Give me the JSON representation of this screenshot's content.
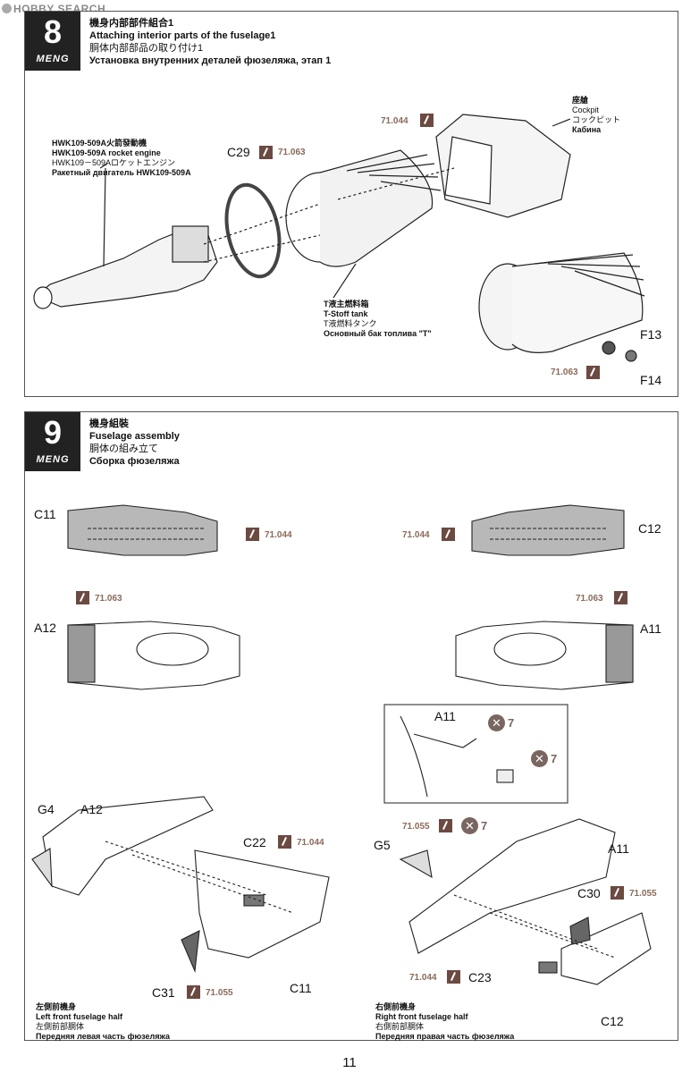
{
  "watermark": "HOBBY SEARCH",
  "brand": "MENG",
  "step8": {
    "number": "8",
    "title_zh": "機身内部部件組合1",
    "title_en": "Attaching interior parts of the fuselage1",
    "title_ja": "胴体内部部品の取り付け1",
    "title_ru": "Установка внутренних деталей фюзеляжа, этап 1",
    "engine": {
      "zh": "HWK109-509A火箭發動機",
      "en": "HWK109-509A rocket engine",
      "ja": "HWK109－509Aロケットエンジン",
      "ru": "Ракетный двигатель HWK109-509A"
    },
    "cockpit": {
      "zh": "座艙",
      "en": "Cockpit",
      "ja": "コックピット",
      "ru": "Кабина"
    },
    "tank": {
      "zh": "T液主燃料箱",
      "en": "T-Stoff tank",
      "ja": "T液燃料タンク",
      "ru": "Основный бак топлива \"T\""
    },
    "part_c29": "C29",
    "part_f13": "F13",
    "part_f14": "F14",
    "paint_cockpit": "71.044",
    "paint_c29": "71.063",
    "paint_f": "71.063"
  },
  "step9": {
    "number": "9",
    "title_zh": "機身組裝",
    "title_en": "Fuselage assembly",
    "title_ja": "胴体の組み立て",
    "title_ru": "Сборка фюзеляжа",
    "part_c11": "C11",
    "paint_c11": "71.044",
    "part_c12": "C12",
    "paint_c12": "71.044",
    "part_a12": "A12",
    "paint_a12": "71.063",
    "part_a11": "A11",
    "paint_a11": "71.063",
    "inset_a11": "A11",
    "x_count_1": "7",
    "x_count_2": "7",
    "left": {
      "g4": "G4",
      "a12": "A12",
      "c22": "C22",
      "paint_c22": "71.044",
      "c31": "C31",
      "paint_c31": "71.055",
      "c11": "C11",
      "caption_zh": "左側前機身",
      "caption_en": "Left front fuselage half",
      "caption_ja": "左側前部胴体",
      "caption_ru": "Передняя левая часть фюзеляжа"
    },
    "right": {
      "paint_top": "71.055",
      "x_count": "7",
      "g5": "G5",
      "a11": "A11",
      "c30": "C30",
      "paint_c30": "71.055",
      "paint_c23": "71.044",
      "c23": "C23",
      "c12": "C12",
      "caption_zh": "右側前機身",
      "caption_en": "Right front fuselage half",
      "caption_ja": "右側前部胴体",
      "caption_ru": "Передняя правая часть фюзеляжа"
    }
  },
  "page_number": "11"
}
